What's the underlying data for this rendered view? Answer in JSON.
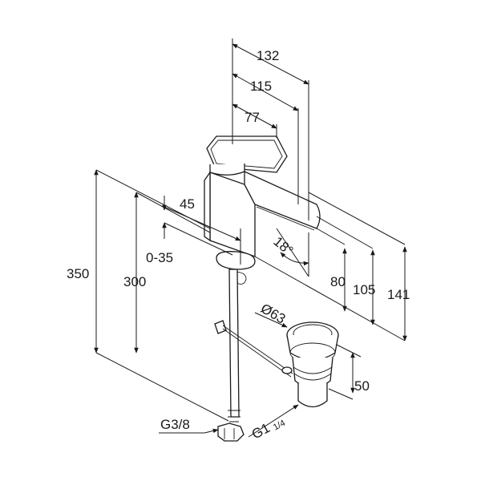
{
  "dimensions": {
    "d132": "132",
    "d115": "115",
    "d77": "77",
    "d45": "45",
    "d0_35": "0-35",
    "d350": "350",
    "d300": "300",
    "d18": "18°",
    "d80": "80",
    "d105": "105",
    "d141": "141",
    "d63": "Ø63",
    "d50": "50",
    "g38": "G3/8",
    "g114": "G1",
    "g114_frac": "1/4"
  }
}
